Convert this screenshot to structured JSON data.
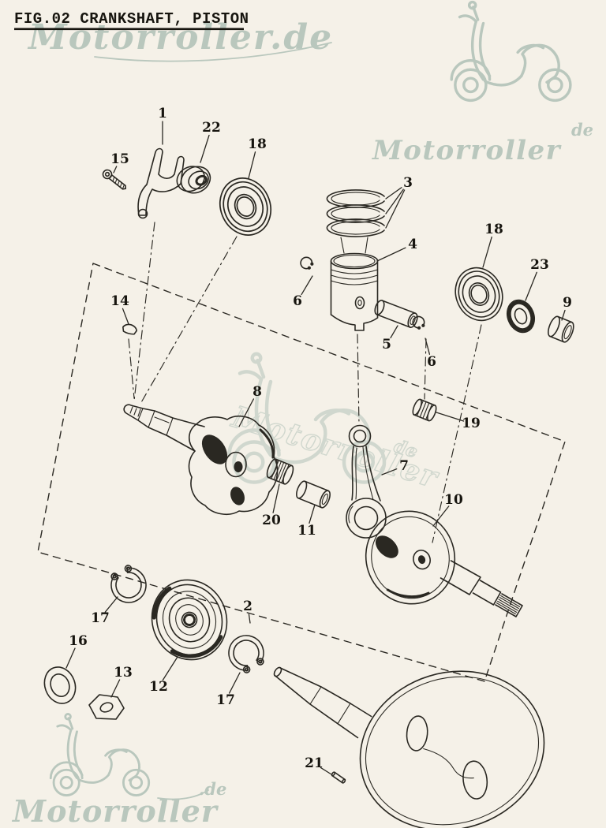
{
  "figure": {
    "title": "FIG.02 CRANKSHAFT, PISTON"
  },
  "watermark": {
    "brand_full": "Motorroller.de",
    "brand": "Motorroller",
    "tld": "de",
    "tld_dot": ".de"
  },
  "colors": {
    "background": "#f5f1e8",
    "ink": "#2a2822",
    "watermark": "#b9c7bd",
    "label": "#17150f"
  },
  "diagram": {
    "callouts": [
      {
        "n": "15",
        "label": [
          152,
          202
        ],
        "targets": [
          [
            144,
            219
          ]
        ]
      },
      {
        "n": "1",
        "label": [
          206,
          144
        ],
        "targets": [
          [
            206,
            183
          ]
        ]
      },
      {
        "n": "22",
        "label": [
          268,
          162
        ],
        "targets": [
          [
            254,
            206
          ]
        ]
      },
      {
        "n": "18",
        "label": [
          326,
          183
        ],
        "targets": [
          [
            315,
            226
          ]
        ]
      },
      {
        "n": "3",
        "label": [
          517,
          232
        ],
        "targets": [
          [
            489,
            252
          ],
          [
            489,
            271
          ],
          [
            489,
            289
          ]
        ]
      },
      {
        "n": "4",
        "label": [
          523,
          310
        ],
        "targets": [
          [
            478,
            331
          ]
        ]
      },
      {
        "n": "6",
        "label": [
          377,
          382
        ],
        "targets": [
          [
            396,
            350
          ]
        ]
      },
      {
        "n": "5",
        "label": [
          490,
          437
        ],
        "targets": [
          [
            504,
            413
          ]
        ]
      },
      {
        "n": "6",
        "label": [
          547,
          459
        ],
        "targets": [
          [
            539,
            429
          ]
        ]
      },
      {
        "n": "18",
        "label": [
          626,
          291
        ],
        "targets": [
          [
            612,
            339
          ]
        ]
      },
      {
        "n": "23",
        "label": [
          684,
          336
        ],
        "targets": [
          [
            666,
            381
          ]
        ]
      },
      {
        "n": "9",
        "label": [
          719,
          384
        ],
        "targets": [
          [
            712,
            406
          ]
        ]
      },
      {
        "n": "14",
        "label": [
          152,
          382
        ],
        "targets": [
          [
            163,
            411
          ]
        ]
      },
      {
        "n": "8",
        "label": [
          326,
          497
        ],
        "targets": [
          [
            303,
            541
          ]
        ]
      },
      {
        "n": "19",
        "label": [
          597,
          537
        ],
        "targets": [
          [
            553,
            523
          ]
        ]
      },
      {
        "n": "7",
        "label": [
          512,
          591
        ],
        "targets": [
          [
            484,
            602
          ]
        ]
      },
      {
        "n": "10",
        "label": [
          575,
          634
        ],
        "targets": [
          [
            549,
            667
          ]
        ]
      },
      {
        "n": "20",
        "label": [
          344,
          660
        ],
        "targets": [
          [
            354,
            614
          ]
        ]
      },
      {
        "n": "11",
        "label": [
          389,
          673
        ],
        "targets": [
          [
            399,
            640
          ]
        ]
      },
      {
        "n": "2",
        "label": [
          314,
          769
        ],
        "targets": [
          [
            317,
            790
          ]
        ]
      },
      {
        "n": "17",
        "label": [
          127,
          784
        ],
        "targets": [
          [
            149,
            757
          ]
        ]
      },
      {
        "n": "16",
        "label": [
          99,
          813
        ],
        "targets": [
          [
            84,
            847
          ]
        ]
      },
      {
        "n": "13",
        "label": [
          156,
          853
        ],
        "targets": [
          [
            141,
            884
          ]
        ]
      },
      {
        "n": "12",
        "label": [
          201,
          871
        ],
        "targets": [
          [
            225,
            833
          ]
        ]
      },
      {
        "n": "17",
        "label": [
          286,
          888
        ],
        "targets": [
          [
            304,
            853
          ]
        ]
      },
      {
        "n": "21",
        "label": [
          398,
          968
        ],
        "targets": [
          [
            420,
            982
          ]
        ]
      }
    ]
  }
}
